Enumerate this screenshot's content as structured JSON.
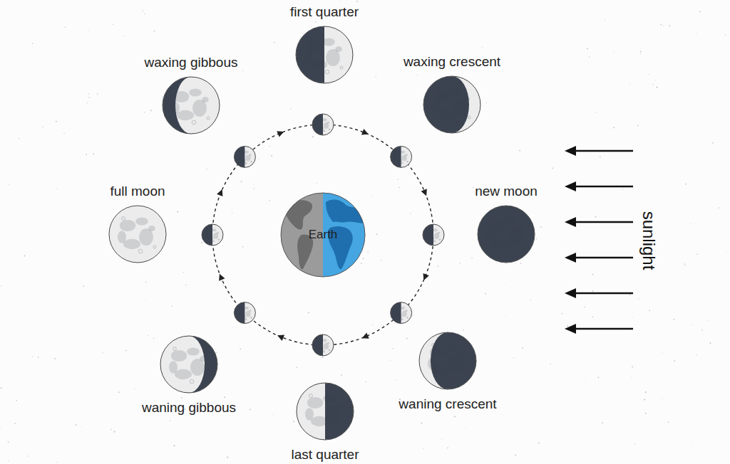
{
  "diagram": {
    "nodes": [
      {
        "text": [
          "first quarter"
        ]
      },
      {
        "text": [
          "waxing gibbous"
        ]
      },
      {
        "text": [
          "waxing crescent"
        ]
      },
      {
        "text": [
          "full moon"
        ]
      },
      {
        "text": [
          "Earth"
        ]
      },
      {
        "text": [
          "new moon"
        ]
      },
      {
        "text": [
          "waning gibbous"
        ]
      },
      {
        "text": [
          "waning crescent"
        ]
      },
      {
        "text": [
          "last quarter"
        ]
      }
    ],
    "labels": [
      "sunlight"
    ]
  }
}
